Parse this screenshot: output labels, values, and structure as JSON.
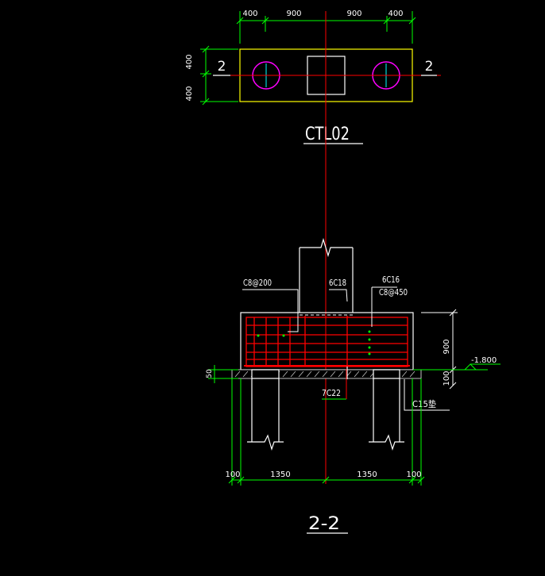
{
  "colors": {
    "background": "#000000",
    "dimension": "#00ff00",
    "text": "#ffffff",
    "centerline": "#ff0000",
    "rebar": "#ff0000",
    "cap_outline": "#ffffff",
    "plan_outline": "#ffff00",
    "pile_circle": "#ff00ff",
    "pile_cross": "#00ffff",
    "hatch": "#c0c0c0"
  },
  "plan": {
    "top_dims": [
      "400",
      "900",
      "900",
      "400"
    ],
    "left_dims": [
      "400",
      "400"
    ],
    "section_mark_left": "2",
    "section_mark_right": "2",
    "title": "CTL02"
  },
  "section": {
    "title": "2-2",
    "labels": {
      "stirrup": "C8@200",
      "column_bars": "6C18",
      "side_bars": "6C16",
      "side_spacing": "C8@450",
      "bottom_bars": "7C22",
      "blinding": "C15垫"
    },
    "right_dims": [
      "900",
      "100"
    ],
    "left_dim": "50",
    "elevation": "-1.800",
    "bottom_dims": [
      "100",
      "1350",
      "1350",
      "100"
    ]
  }
}
